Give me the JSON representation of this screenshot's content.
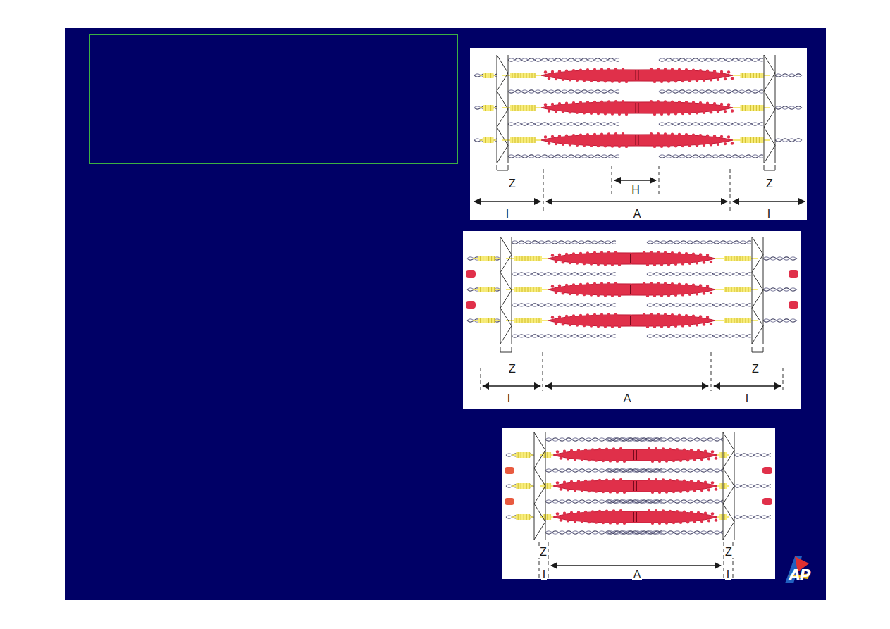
{
  "diagram": {
    "labels": [
      "Z",
      "Z",
      "H",
      "I",
      "A",
      "I",
      "Z",
      "Z",
      "I",
      "A",
      "I",
      "Z",
      "Z",
      "I",
      "A",
      "I",
      "AP"
    ]
  }
}
